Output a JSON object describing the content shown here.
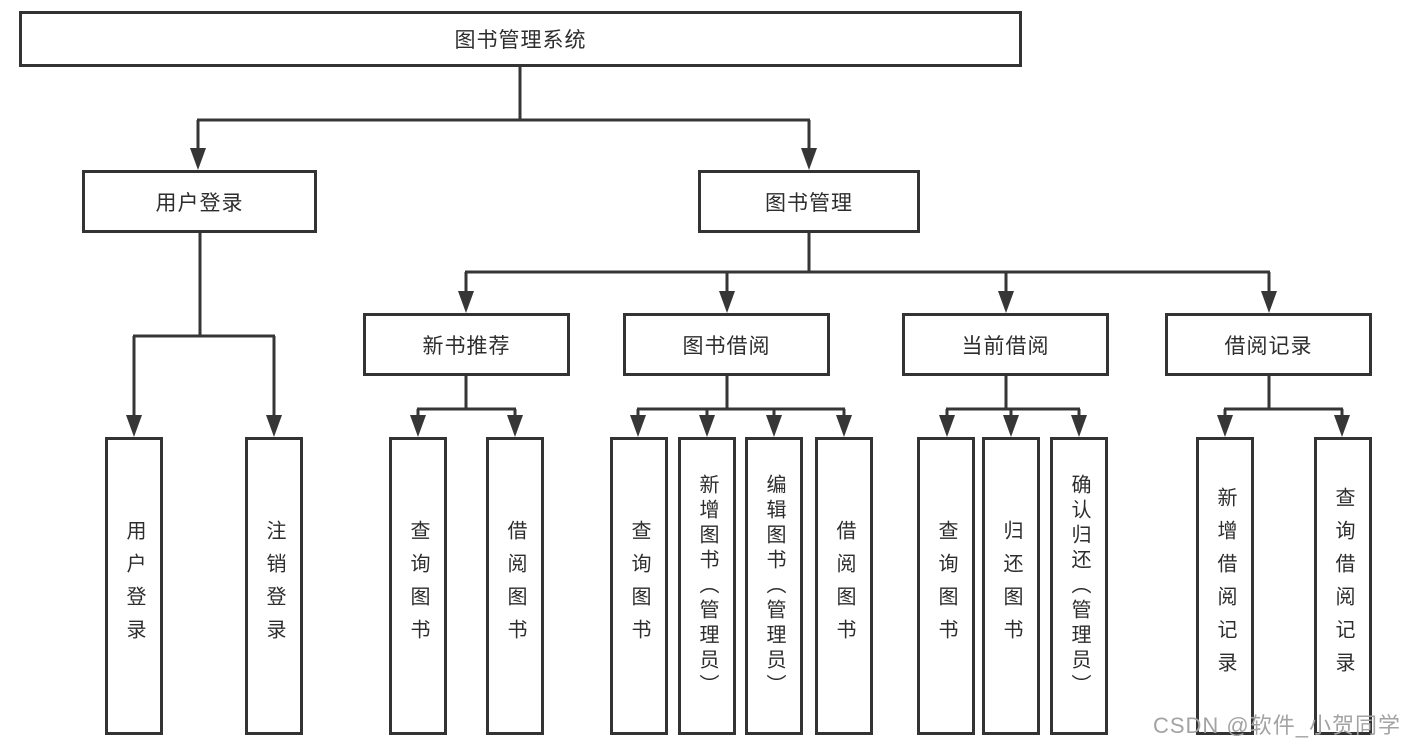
{
  "diagram": {
    "root": {
      "label": "图书管理系统",
      "children": [
        {
          "label": "用户登录",
          "children": [
            {
              "label": "用户登录"
            },
            {
              "label": "注销登录"
            }
          ]
        },
        {
          "label": "图书管理",
          "children": [
            {
              "label": "新书推荐",
              "children": [
                {
                  "label": "查询图书"
                },
                {
                  "label": "借阅图书"
                }
              ]
            },
            {
              "label": "图书借阅",
              "children": [
                {
                  "label": "查询图书"
                },
                {
                  "label": "新增图书（管理员）"
                },
                {
                  "label": "编辑图书（管理员）"
                },
                {
                  "label": "借阅图书"
                }
              ]
            },
            {
              "label": "当前借阅",
              "children": [
                {
                  "label": "查询图书"
                },
                {
                  "label": "归还图书"
                },
                {
                  "label": "确认归还（管理员）"
                }
              ]
            },
            {
              "label": "借阅记录",
              "children": [
                {
                  "label": "新增借阅记录"
                },
                {
                  "label": "查询借阅记录"
                }
              ]
            }
          ]
        }
      ]
    }
  },
  "watermark": {
    "text": "CSDN @软件_小贺同学"
  },
  "colors": {
    "line": "#363636",
    "box_border": "#333333",
    "box_background": "#ffffff",
    "text": "#2d2d2d",
    "watermark": "#a3a3a3"
  }
}
